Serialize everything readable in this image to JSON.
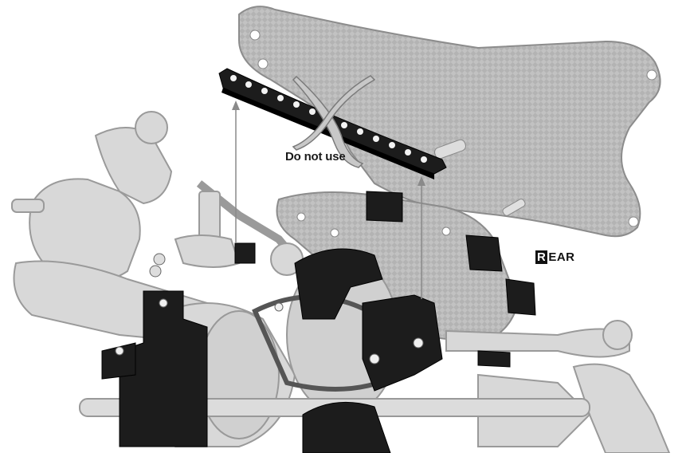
{
  "labels": {
    "do_not_use": "Do not use",
    "rear_first": "R",
    "rear_rest": "EAR"
  },
  "colors": {
    "carbon_plate": "#bdbdbd",
    "chassis_light": "#d6d6d6",
    "black_parts": "#1c1c1c",
    "leader_line": "#8a8a8a"
  }
}
